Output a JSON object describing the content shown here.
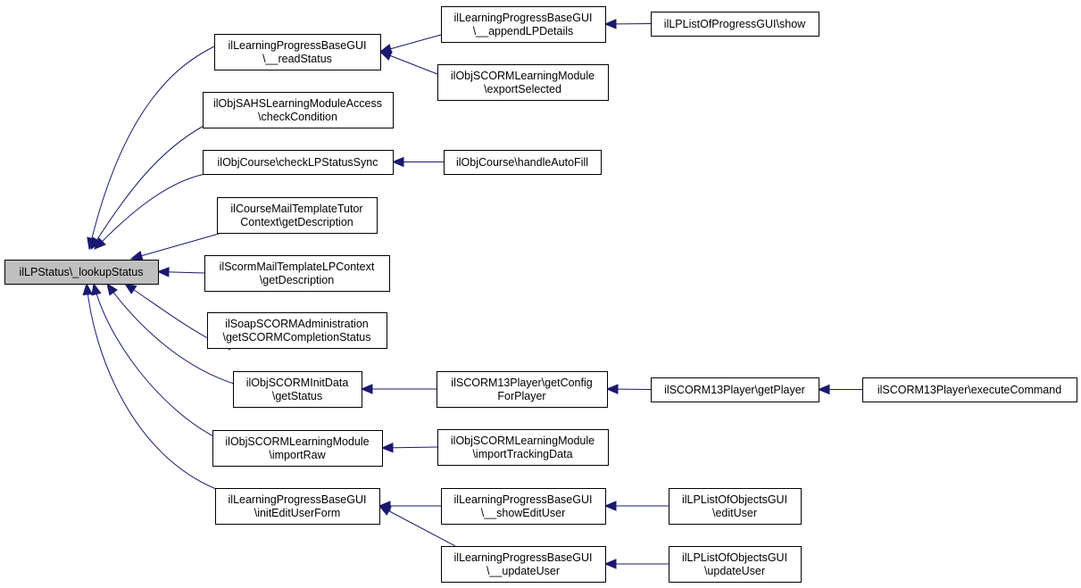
{
  "graph": {
    "nodes": [
      {
        "id": "root",
        "lines": [
          "ilLPStatus\\_lookupStatus"
        ],
        "highlight": true
      },
      {
        "id": "n1",
        "lines": [
          "ilLearningProgressBaseGUI",
          "\\__readStatus"
        ]
      },
      {
        "id": "n2",
        "lines": [
          "ilObjSAHSLearningModuleAccess",
          "\\checkCondition"
        ]
      },
      {
        "id": "n3",
        "lines": [
          "ilObjCourse\\checkLPStatusSync"
        ]
      },
      {
        "id": "n4",
        "lines": [
          "ilCourseMailTemplateTutor",
          "Context\\getDescription"
        ]
      },
      {
        "id": "n5",
        "lines": [
          "ilScormMailTemplateLPContext",
          "\\getDescription"
        ]
      },
      {
        "id": "n6",
        "lines": [
          "ilSoapSCORMAdministration",
          "\\getSCORMCompletionStatus"
        ]
      },
      {
        "id": "n7",
        "lines": [
          "ilObjSCORMInitData",
          "\\getStatus"
        ]
      },
      {
        "id": "n8",
        "lines": [
          "ilObjSCORMLearningModule",
          "\\importRaw"
        ]
      },
      {
        "id": "n9",
        "lines": [
          "ilLearningProgressBaseGUI",
          "\\initEditUserForm"
        ]
      },
      {
        "id": "m1",
        "lines": [
          "ilLearningProgressBaseGUI",
          "\\__appendLPDetails"
        ]
      },
      {
        "id": "m2",
        "lines": [
          "ilObjSCORMLearningModule",
          "\\exportSelected"
        ]
      },
      {
        "id": "m3",
        "lines": [
          "ilObjCourse\\handleAutoFill"
        ]
      },
      {
        "id": "m4",
        "lines": [
          "ilSCORM13Player\\getConfig",
          "ForPlayer"
        ]
      },
      {
        "id": "m5",
        "lines": [
          "ilObjSCORMLearningModule",
          "\\importTrackingData"
        ]
      },
      {
        "id": "m6",
        "lines": [
          "ilLearningProgressBaseGUI",
          "\\__showEditUser"
        ]
      },
      {
        "id": "m7",
        "lines": [
          "ilLearningProgressBaseGUI",
          "\\__updateUser"
        ]
      },
      {
        "id": "r1",
        "lines": [
          "ilLPListOfProgressGUI\\show"
        ]
      },
      {
        "id": "r2",
        "lines": [
          "ilSCORM13Player\\getPlayer"
        ]
      },
      {
        "id": "r3",
        "lines": [
          "ilLPListOfObjectsGUI",
          "\\editUser"
        ]
      },
      {
        "id": "r4",
        "lines": [
          "ilLPListOfObjectsGUI",
          "\\updateUser"
        ]
      },
      {
        "id": "f1",
        "lines": [
          "ilSCORM13Player\\executeCommand"
        ]
      }
    ],
    "edges": [
      {
        "from": "n1",
        "to": "root"
      },
      {
        "from": "n2",
        "to": "root"
      },
      {
        "from": "n3",
        "to": "root"
      },
      {
        "from": "n4",
        "to": "root"
      },
      {
        "from": "n5",
        "to": "root"
      },
      {
        "from": "n6",
        "to": "root"
      },
      {
        "from": "n7",
        "to": "root"
      },
      {
        "from": "n8",
        "to": "root"
      },
      {
        "from": "n9",
        "to": "root"
      },
      {
        "from": "m1",
        "to": "n1"
      },
      {
        "from": "m2",
        "to": "n1"
      },
      {
        "from": "m3",
        "to": "n3"
      },
      {
        "from": "m4",
        "to": "n7"
      },
      {
        "from": "m5",
        "to": "n8"
      },
      {
        "from": "m6",
        "to": "n9"
      },
      {
        "from": "m7",
        "to": "n9"
      },
      {
        "from": "r1",
        "to": "m1"
      },
      {
        "from": "r2",
        "to": "m4"
      },
      {
        "from": "r3",
        "to": "m6"
      },
      {
        "from": "r4",
        "to": "m7"
      },
      {
        "from": "f1",
        "to": "r2"
      }
    ]
  }
}
